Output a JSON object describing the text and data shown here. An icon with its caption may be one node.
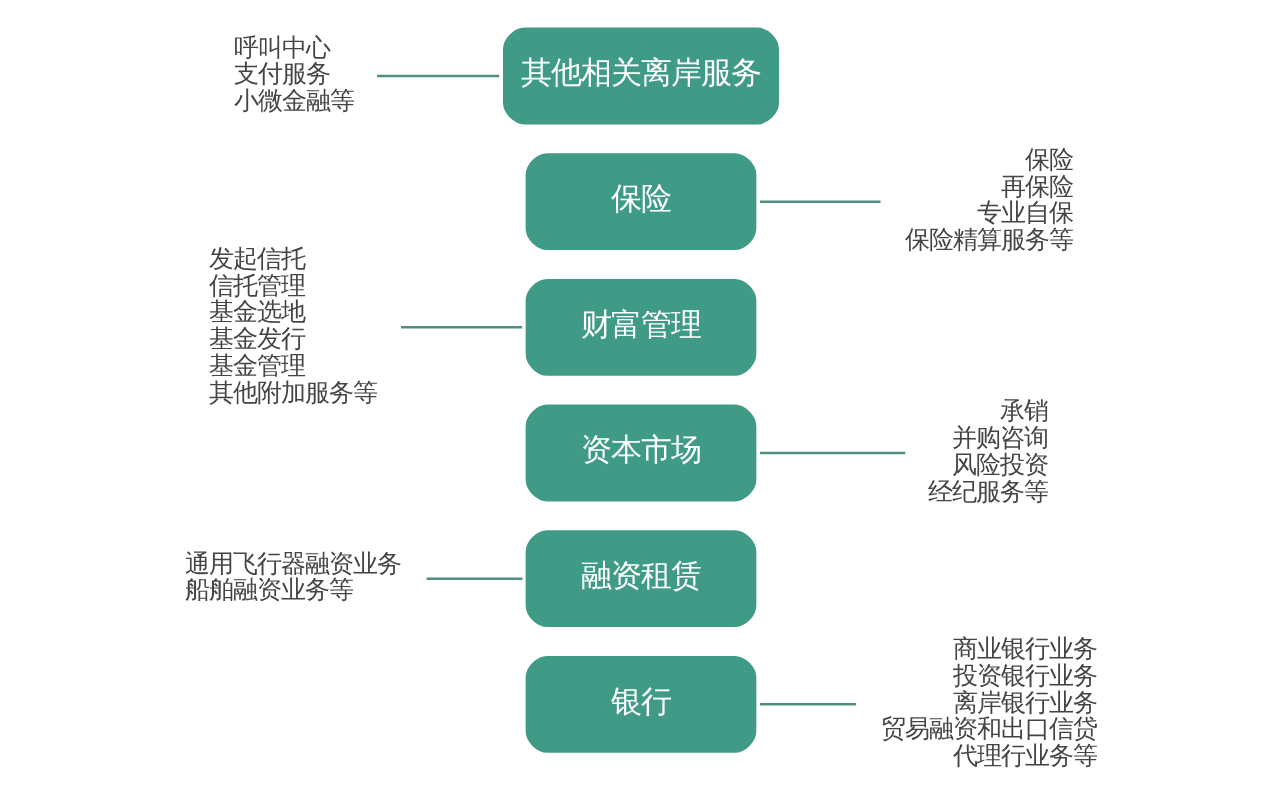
{
  "diagram": {
    "nodes": [
      {
        "text": [
          "银行"
        ]
      },
      {
        "text": [
          "融资租赁"
        ]
      },
      {
        "text": [
          "资本市场"
        ]
      },
      {
        "text": [
          "财富管理"
        ]
      },
      {
        "text": [
          "保险"
        ]
      },
      {
        "text": [
          "其他相关离岸服务"
        ]
      },
      {
        "text": [
          "商业银行业务",
          "投资银行业务",
          "离岸银行业务",
          "贸易融资和出口信贷",
          "代理行业务等"
        ]
      },
      {
        "text": [
          "通用飞行器融资业务",
          "船舶融资业务等"
        ]
      },
      {
        "text": [
          "承销",
          "并购咨询",
          "风险投资",
          "经纪服务等"
        ]
      },
      {
        "text": [
          "发起信托",
          "信托管理",
          "基金选地",
          "基金发行",
          "基金管理",
          "其他附加服务等"
        ]
      },
      {
        "text": [
          "保险",
          "再保险",
          "专业自保",
          "保险精算服务等"
        ]
      },
      {
        "text": [
          "呼叫中心",
          "支付服务",
          "小微金融等"
        ]
      }
    ],
    "edges": [
      {
        "from": 0,
        "to": 6,
        "arrow": "none"
      },
      {
        "from": 7,
        "to": 1,
        "arrow": "none"
      },
      {
        "from": 2,
        "to": 8,
        "arrow": "none"
      },
      {
        "from": 9,
        "to": 3,
        "arrow": "none"
      },
      {
        "from": 4,
        "to": 10,
        "arrow": "none"
      },
      {
        "from": 11,
        "to": 5,
        "arrow": "none"
      }
    ]
  }
}
